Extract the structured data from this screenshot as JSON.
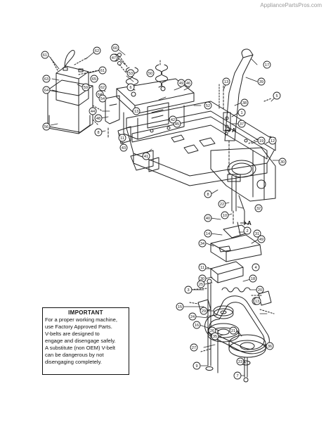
{
  "watermark": "AppliancePartsPros.com",
  "notice": {
    "title": "IMPORTANT",
    "lines": [
      "For a proper working machine,",
      "use Factory Approved Parts.",
      "V-belts are designed to",
      "engage and disengage safely.",
      "A substitute (non OEM) V-belt",
      "can be dangerous by not",
      "disengaging completely."
    ]
  },
  "callouts": [
    {
      "id": "c61a",
      "label": "61"
    },
    {
      "id": "c62",
      "label": "62"
    },
    {
      "id": "c61b",
      "label": "61"
    },
    {
      "id": "c63",
      "label": "63"
    },
    {
      "id": "c64",
      "label": "64"
    },
    {
      "id": "c65",
      "label": "65"
    },
    {
      "id": "c60a",
      "label": "60"
    },
    {
      "id": "c60b",
      "label": "60"
    },
    {
      "id": "c62b",
      "label": "62"
    },
    {
      "id": "c64b",
      "label": "64"
    },
    {
      "id": "c8a",
      "label": "8"
    },
    {
      "id": "c56",
      "label": "56"
    },
    {
      "id": "c47",
      "label": "47"
    },
    {
      "id": "c53",
      "label": "53"
    },
    {
      "id": "c6",
      "label": "6"
    },
    {
      "id": "c54",
      "label": "54"
    },
    {
      "id": "c48",
      "label": "48"
    },
    {
      "id": "c44",
      "label": "44"
    },
    {
      "id": "c13a",
      "label": "13"
    },
    {
      "id": "c45",
      "label": "45"
    },
    {
      "id": "c49",
      "label": "49"
    },
    {
      "id": "c50",
      "label": "50"
    },
    {
      "id": "c42",
      "label": "42"
    },
    {
      "id": "c46",
      "label": "46"
    },
    {
      "id": "c43",
      "label": "43"
    },
    {
      "id": "c41",
      "label": "41"
    },
    {
      "id": "c52",
      "label": "52"
    },
    {
      "id": "c13b",
      "label": "13"
    },
    {
      "id": "c11",
      "label": "11"
    },
    {
      "id": "c1",
      "label": "1"
    },
    {
      "id": "c37",
      "label": "37"
    },
    {
      "id": "c39",
      "label": "39"
    },
    {
      "id": "c17",
      "label": "17"
    },
    {
      "id": "c38",
      "label": "38"
    },
    {
      "id": "c5",
      "label": "5"
    },
    {
      "id": "c19",
      "label": "19"
    },
    {
      "id": "c12",
      "label": "12"
    },
    {
      "id": "c30",
      "label": "30"
    },
    {
      "id": "c8b",
      "label": "8"
    },
    {
      "id": "c22",
      "label": "22"
    },
    {
      "id": "c10",
      "label": "10"
    },
    {
      "id": "c32",
      "label": "32"
    },
    {
      "id": "c40",
      "label": "40"
    },
    {
      "id": "c14",
      "label": "14"
    },
    {
      "id": "c2",
      "label": "2"
    },
    {
      "id": "c31",
      "label": "31"
    },
    {
      "id": "c34",
      "label": "34"
    },
    {
      "id": "c49b",
      "label": "49"
    },
    {
      "id": "c11b",
      "label": "11"
    },
    {
      "id": "c4",
      "label": "4"
    },
    {
      "id": "c30b",
      "label": "30"
    },
    {
      "id": "c25",
      "label": "25"
    },
    {
      "id": "c3",
      "label": "3"
    },
    {
      "id": "c18",
      "label": "18"
    },
    {
      "id": "c20",
      "label": "20"
    },
    {
      "id": "c15",
      "label": "15"
    },
    {
      "id": "c29",
      "label": "29"
    },
    {
      "id": "c24",
      "label": "24"
    },
    {
      "id": "c16",
      "label": "16"
    },
    {
      "id": "c28",
      "label": "28"
    },
    {
      "id": "c27",
      "label": "27"
    },
    {
      "id": "c21",
      "label": "21"
    },
    {
      "id": "c26",
      "label": "26"
    },
    {
      "id": "c35",
      "label": "35"
    },
    {
      "id": "c9",
      "label": "9"
    },
    {
      "id": "c23",
      "label": "23"
    },
    {
      "id": "c7",
      "label": "7"
    },
    {
      "id": "c36",
      "label": "36"
    },
    {
      "id": "c13c",
      "label": "13"
    },
    {
      "id": "c59",
      "label": "59"
    }
  ],
  "view_markers": [
    {
      "id": "va",
      "label": "A"
    },
    {
      "id": "vb",
      "label": "A"
    }
  ]
}
